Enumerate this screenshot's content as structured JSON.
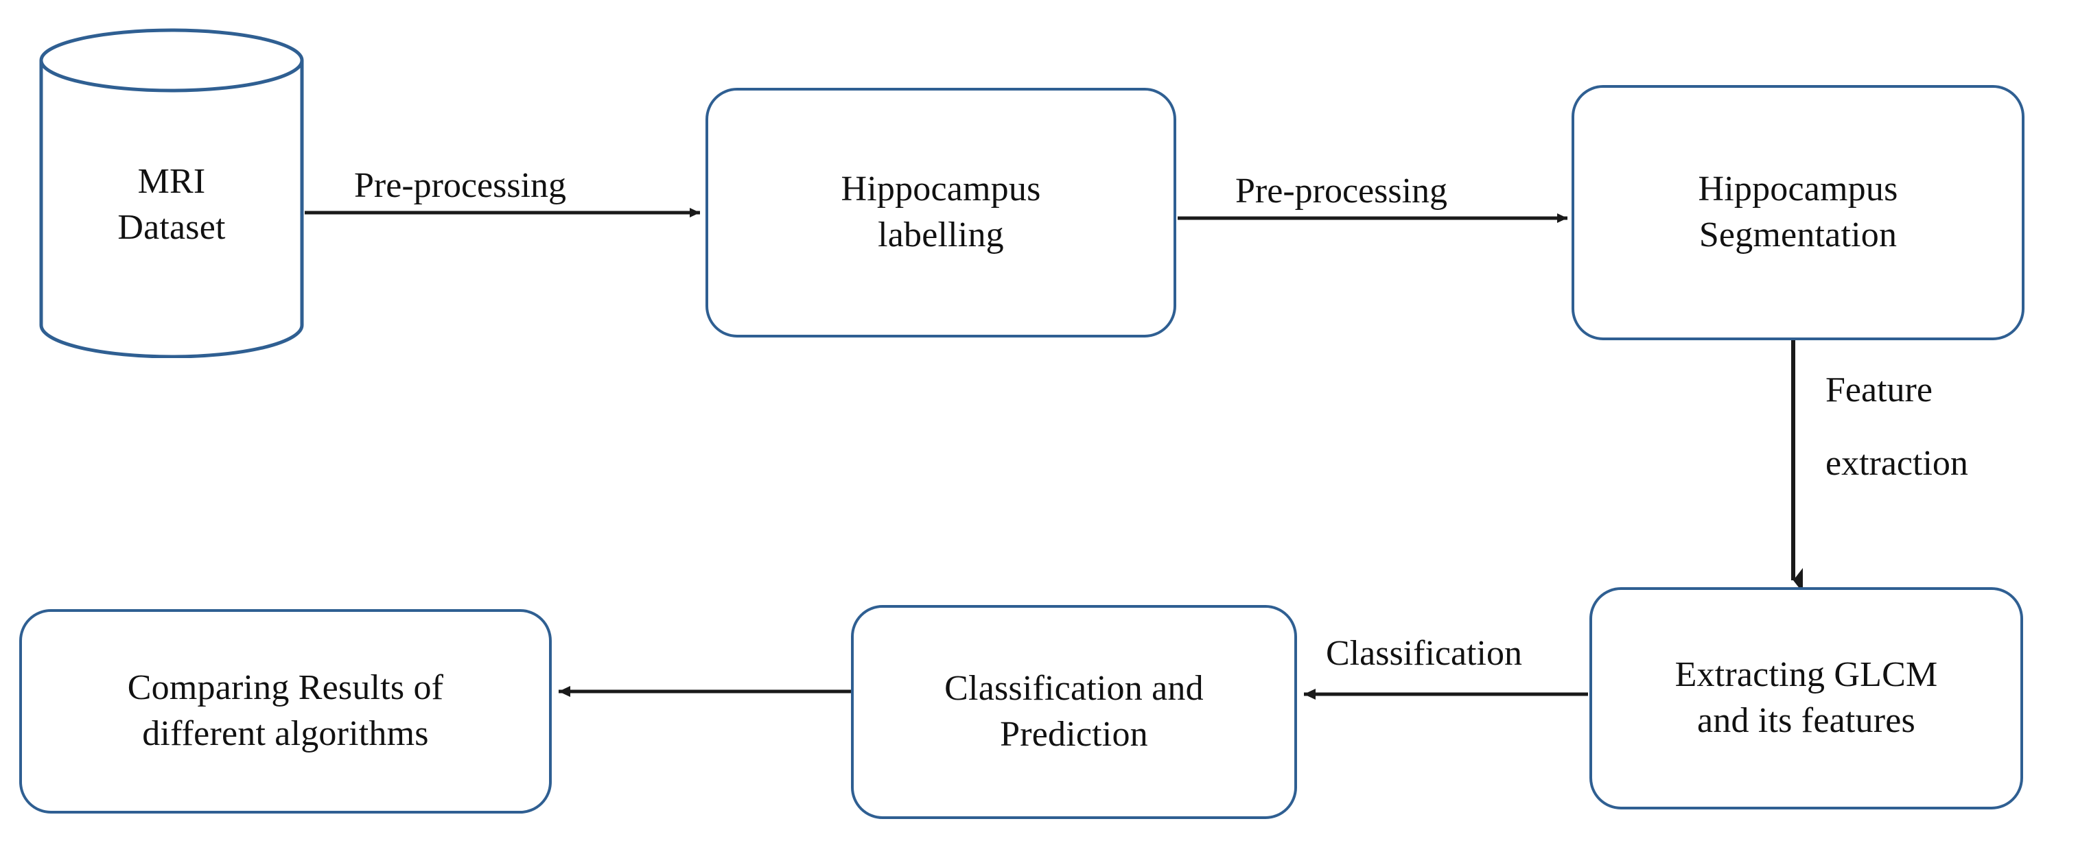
{
  "diagram": {
    "title": "MRI hippocampus classification pipeline",
    "colors": {
      "node_border": "#2f5f92",
      "node_fill": "#ffffff",
      "edge_stroke": "#1a1a1a",
      "text": "#111111"
    },
    "nodes": [
      {
        "id": "mri-dataset",
        "shape": "cylinder",
        "label": "MRI\nDataset"
      },
      {
        "id": "hippocampus-labelling",
        "shape": "rounded-rectangle",
        "label": "Hippocampus\nlabelling"
      },
      {
        "id": "hippocampus-segmentation",
        "shape": "rounded-rectangle",
        "label": "Hippocampus\nSegmentation"
      },
      {
        "id": "extracting-glcm",
        "shape": "rounded-rectangle",
        "label": "Extracting GLCM\nand its features"
      },
      {
        "id": "classification-prediction",
        "shape": "rounded-rectangle",
        "label": "Classification and\nPrediction"
      },
      {
        "id": "comparing-results",
        "shape": "rounded-rectangle",
        "label": "Comparing Results of\ndifferent algorithms"
      }
    ],
    "edges": [
      {
        "id": "mri-to-labelling",
        "from": "mri-dataset",
        "to": "hippocampus-labelling",
        "label": "Pre-processing",
        "direction": "right"
      },
      {
        "id": "labelling-to-segmentation",
        "from": "hippocampus-labelling",
        "to": "hippocampus-segmentation",
        "label": "Pre-processing",
        "direction": "right"
      },
      {
        "id": "segmentation-to-glcm",
        "from": "hippocampus-segmentation",
        "to": "extracting-glcm",
        "label": "Feature\nextraction",
        "direction": "down"
      },
      {
        "id": "glcm-to-classification",
        "from": "extracting-glcm",
        "to": "classification-prediction",
        "label": "Classification",
        "direction": "left"
      },
      {
        "id": "classification-to-comparing",
        "from": "classification-prediction",
        "to": "comparing-results",
        "label": "",
        "direction": "left"
      }
    ]
  }
}
